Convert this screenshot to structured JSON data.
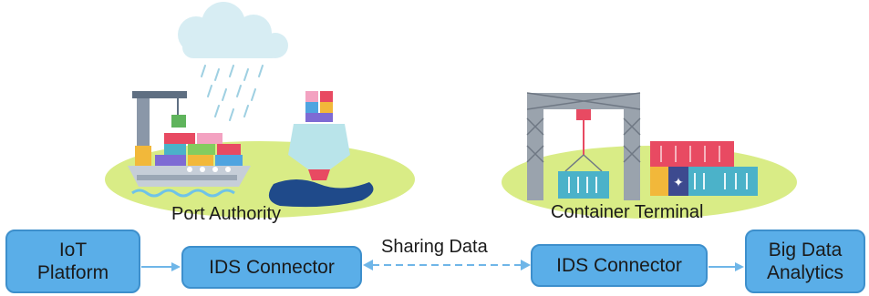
{
  "scenes": {
    "port_authority": {
      "label": "Port Authority"
    },
    "container_terminal": {
      "label": "Container Terminal"
    }
  },
  "nodes": {
    "iot_platform": {
      "line1": "IoT",
      "line2": "Platform"
    },
    "ids_connector_left": {
      "label": "IDS Connector"
    },
    "ids_connector_right": {
      "label": "IDS Connector"
    },
    "big_data_analytics": {
      "line1": "Big Data",
      "line2": "Analytics"
    }
  },
  "edges": {
    "sharing": {
      "label": "Sharing Data"
    }
  },
  "colors": {
    "box_fill": "#5aaee8",
    "box_border": "#3d8fcc",
    "ground": "#d9ec86",
    "arrow": "#6fb6e8"
  }
}
